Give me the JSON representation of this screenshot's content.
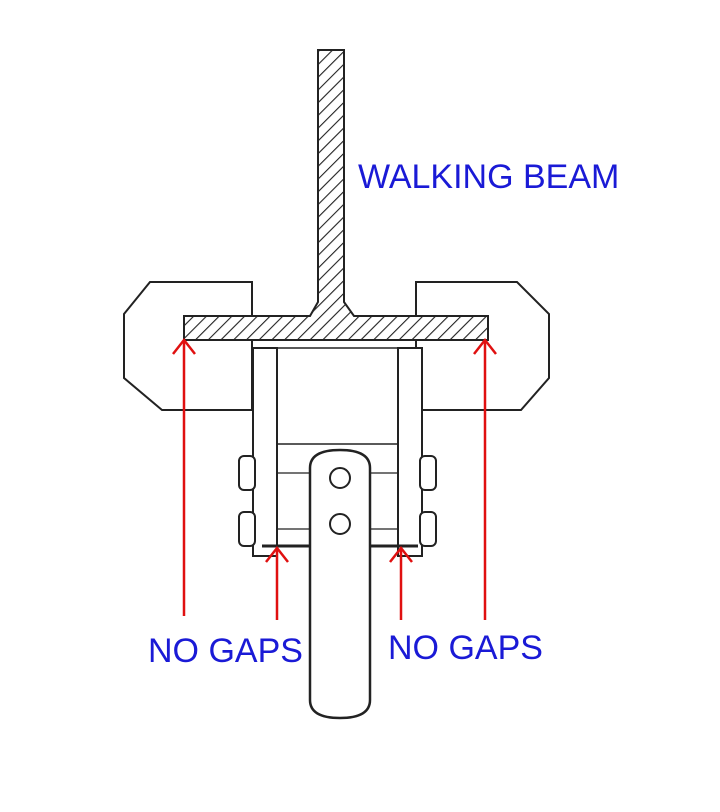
{
  "labels": {
    "beam": "WALKING BEAM",
    "gaps_left": "NO GAPS",
    "gaps_right": "NO GAPS"
  },
  "colors": {
    "label": "#1a1ad6",
    "arrow": "#e01010",
    "line": "#222222"
  }
}
